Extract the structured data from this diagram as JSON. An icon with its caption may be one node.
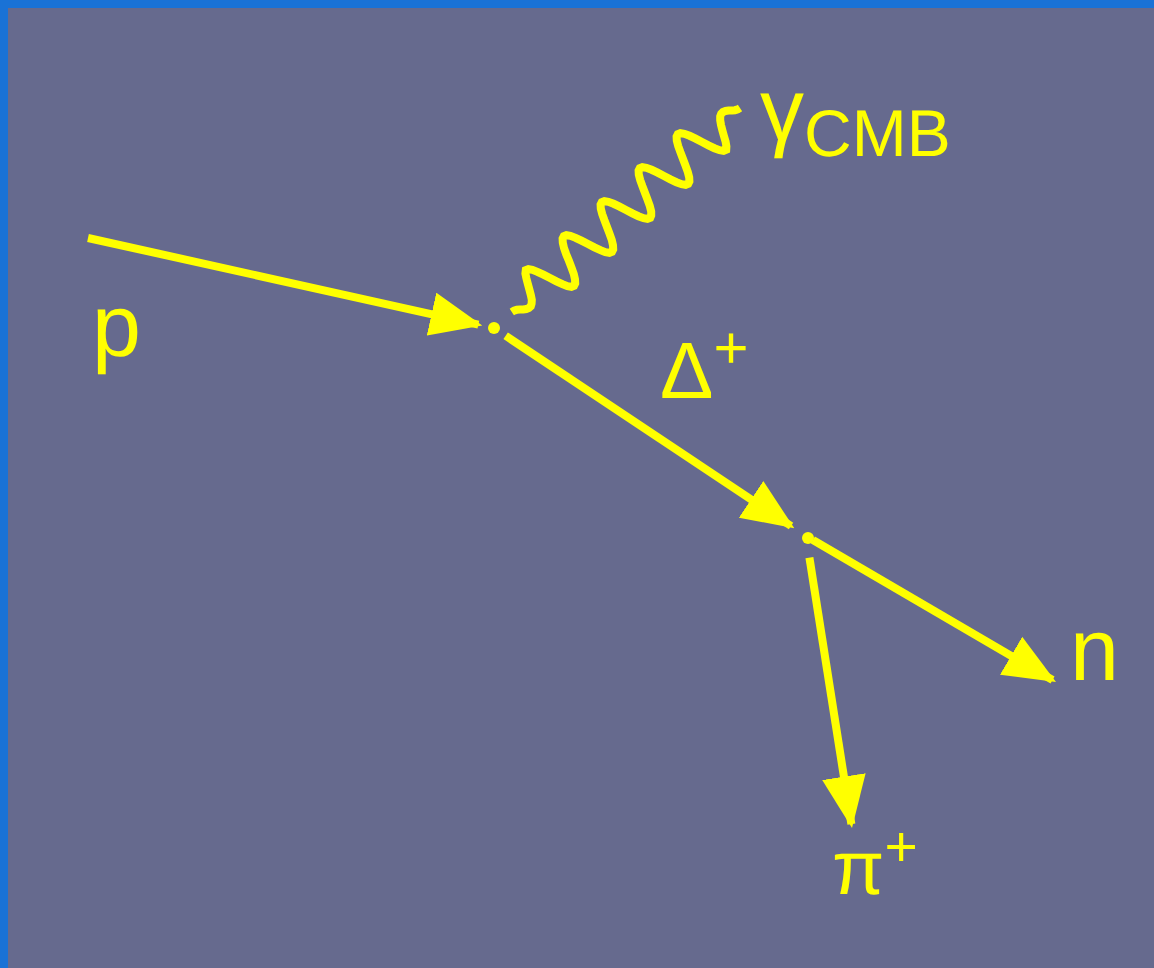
{
  "diagram": {
    "nodes": [
      {
        "text": [
          "p"
        ]
      },
      {
        "text": [
          "γ$_{CMB}$"
        ]
      },
      {
        "text": [],
        "shape": "point"
      },
      {
        "text": [],
        "shape": "point"
      },
      {
        "text": [
          "n"
        ]
      },
      {
        "text": [
          "π$^{+}$"
        ]
      }
    ],
    "edges": [
      {
        "from": 0,
        "to": 2,
        "arrow": "to"
      },
      {
        "from": 1,
        "to": 2,
        "arrow": "none"
      },
      {
        "from": 2,
        "to": 3,
        "arrow": "to",
        "label": "Δ$^{+}$"
      },
      {
        "from": 3,
        "to": 4,
        "arrow": "to"
      },
      {
        "from": 3,
        "to": 5,
        "arrow": "to"
      }
    ]
  }
}
